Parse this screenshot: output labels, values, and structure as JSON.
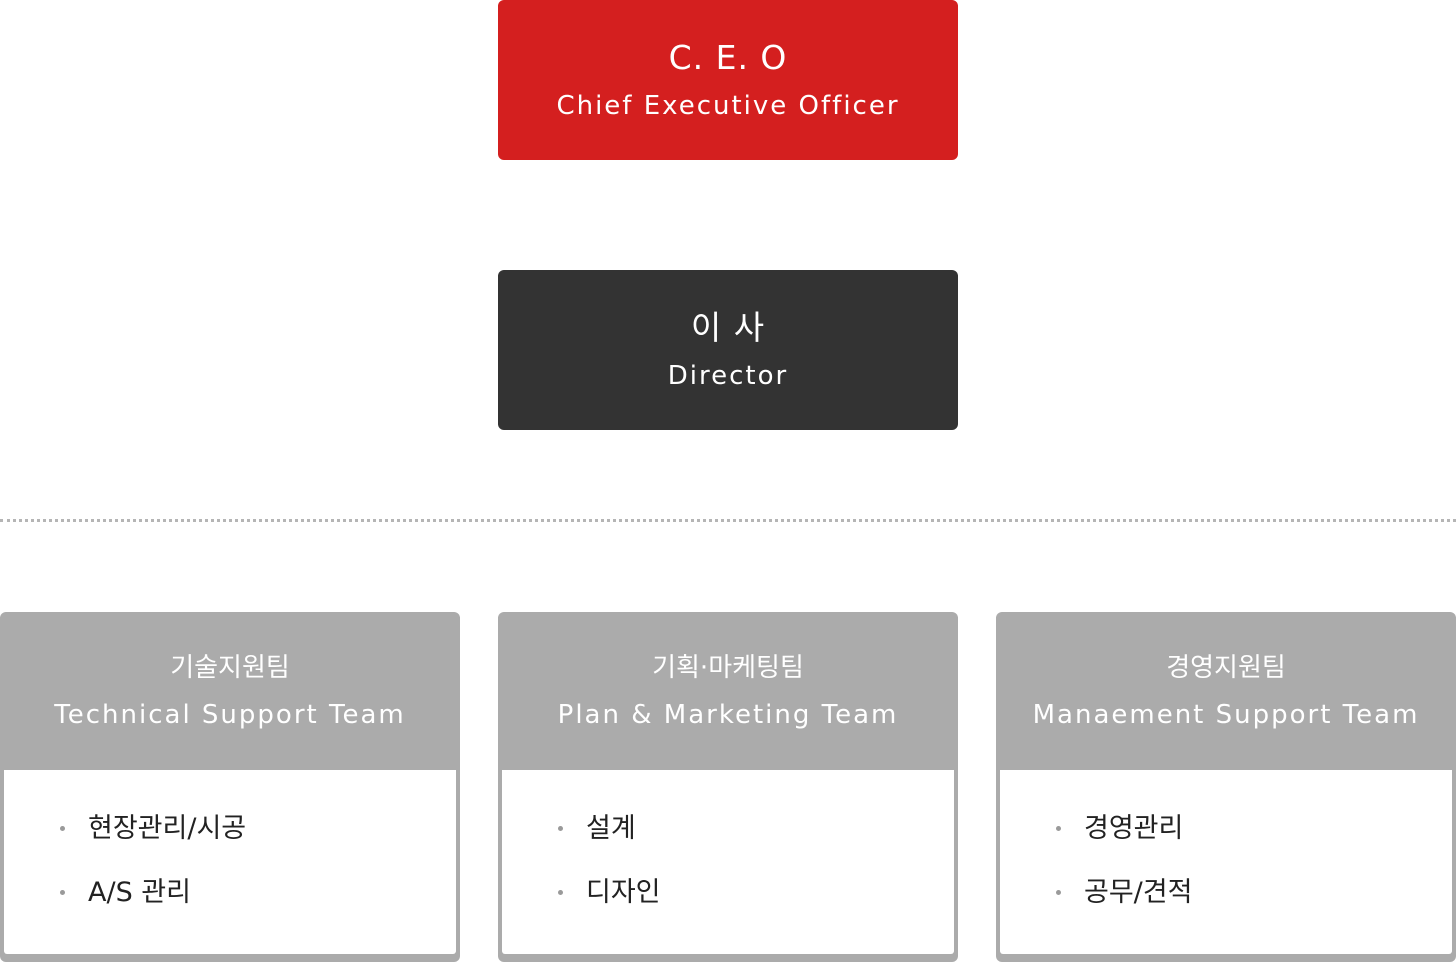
{
  "ceo": {
    "title": "C. E. O",
    "subtitle": "Chief Executive Officer"
  },
  "director": {
    "title": "이 사",
    "subtitle": "Director"
  },
  "teams": [
    {
      "name": "기술지원팀",
      "en": "Technical Support Team",
      "items": [
        "현장관리/시공",
        "A/S 관리"
      ]
    },
    {
      "name": "기획·마케팅팀",
      "en": "Plan & Marketing Team",
      "items": [
        "설계",
        "디자인"
      ]
    },
    {
      "name": "경영지원팀",
      "en": "Manaement Support Team",
      "items": [
        "경영관리",
        "공무/견적"
      ]
    }
  ],
  "colors": {
    "ceo": "#d41f1f",
    "director": "#333333",
    "team_header": "#ababab",
    "divider": "#b5b5b5"
  }
}
